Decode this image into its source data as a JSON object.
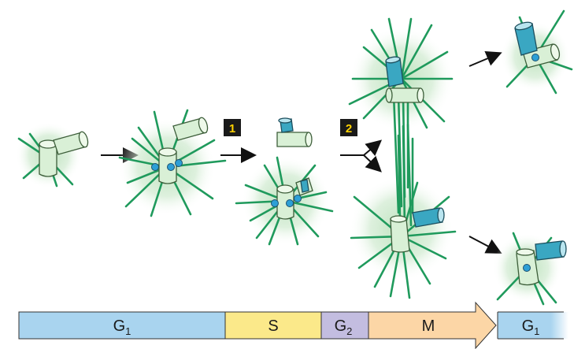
{
  "steps": {
    "step1": "1",
    "step2": "2"
  },
  "cell_cycle_bar": {
    "phases": [
      {
        "main": "G",
        "sub": "1",
        "color": "#a9d4ef"
      },
      {
        "main": "S",
        "sub": "",
        "color": "#fbe98a"
      },
      {
        "main": "G",
        "sub": "2",
        "color": "#c3bde0"
      },
      {
        "main": "M",
        "sub": "",
        "color": "#fcd6a6"
      },
      {
        "main": "G",
        "sub": "1",
        "color": "#a9d4ef"
      }
    ]
  },
  "colors": {
    "microtubule": "#1f9a5c",
    "centriole_old": "#d9f0d6",
    "centriole_new": "#3aa7c2",
    "pcm_glow": "#c8e8c8",
    "step_badge_bg": "#1a1a1a",
    "step_badge_text": "#ffd200"
  }
}
